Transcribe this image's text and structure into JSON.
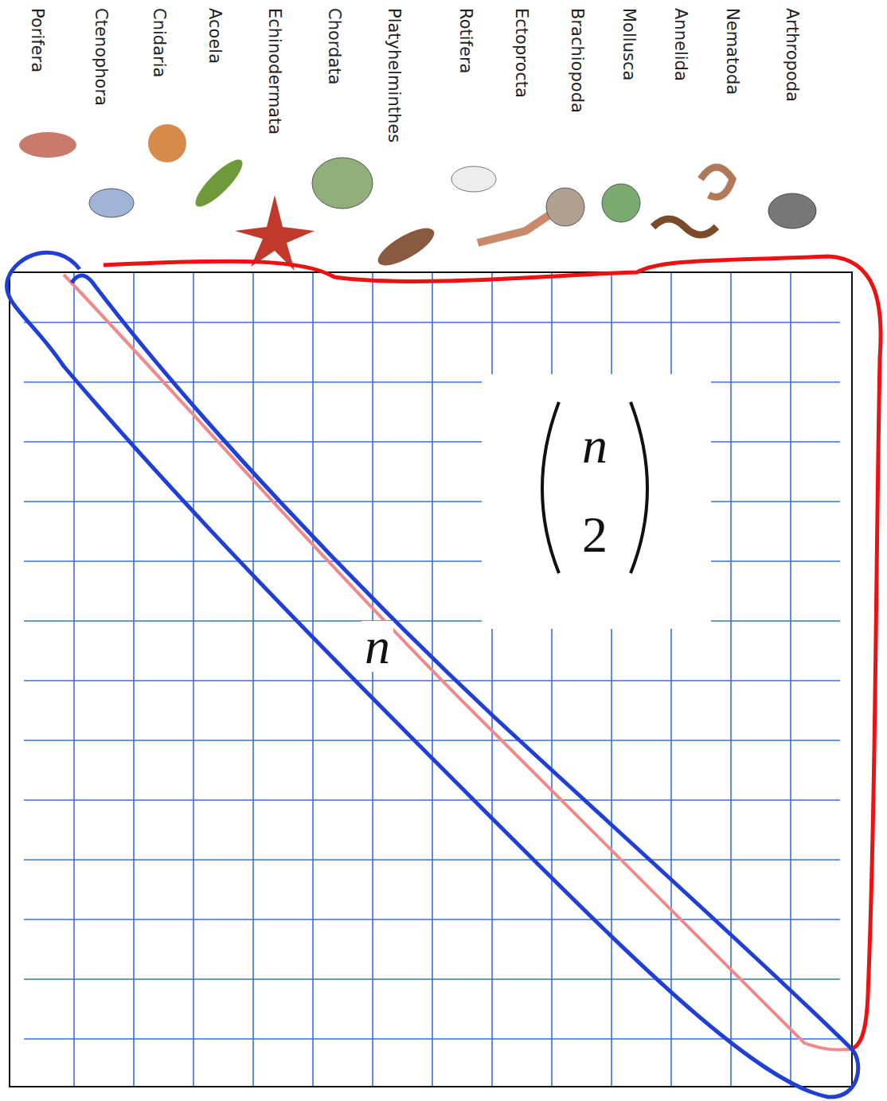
{
  "diagram": {
    "labels": [
      "Porifera",
      "Ctenophora",
      "Cnidaria",
      "Acoela",
      "Echinodermata",
      "Chordata",
      "Platyhelminthes",
      "Rotifera",
      "Ectoprocta",
      "Brachiopoda",
      "Mollusca",
      "Annelida",
      "Nematoda",
      "Arthropoda",
      "n",
      "2",
      "n"
    ]
  }
}
